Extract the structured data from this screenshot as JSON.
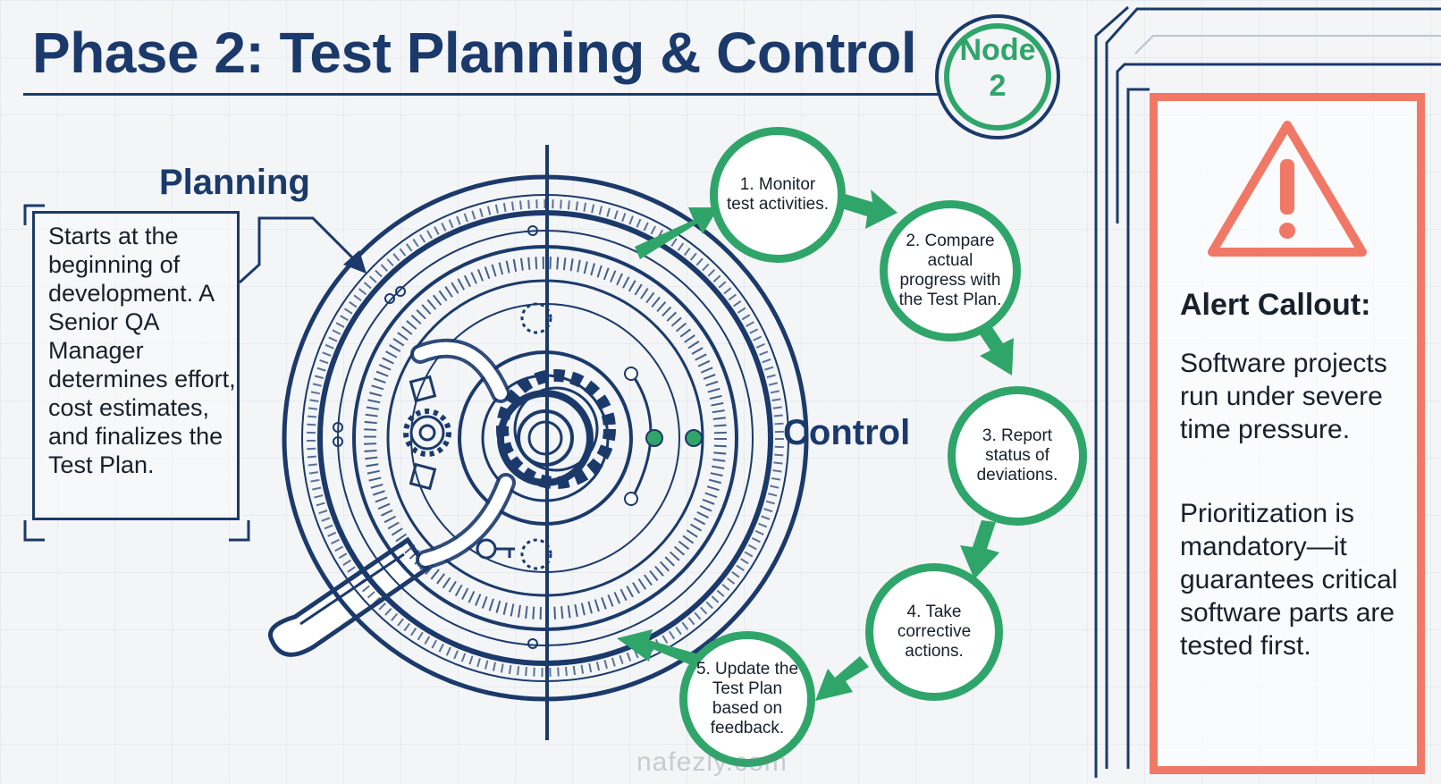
{
  "header": {
    "title": "Phase 2: Test Planning & Control",
    "node_badge": {
      "line1": "Node",
      "line2": "2"
    }
  },
  "planning": {
    "heading": "Planning",
    "description": "Starts at the beginning of development. A Senior QA Manager determines effort, cost estimates, and finalizes the Test Plan."
  },
  "control": {
    "heading": "Control",
    "steps": [
      {
        "label": "1. Monitor test activities."
      },
      {
        "label": "2. Compare actual progress with the Test Plan."
      },
      {
        "label": "3. Report status of deviations."
      },
      {
        "label": "4. Take corrective actions."
      },
      {
        "label": "5. Update the Test Plan based on feedback."
      }
    ]
  },
  "alert": {
    "title": "Alert Callout:",
    "paragraph1": "Software projects run under severe time pressure.",
    "paragraph2": "Prioritization is mandatory—it guarantees critical software parts are tested first."
  },
  "watermark": {
    "text": "nafezly.com"
  },
  "colors": {
    "navy": "#1b3a6b",
    "green": "#2fa56a",
    "alert_red": "#f17866"
  },
  "icons": [
    "magnifier-gear-icon",
    "warning-triangle-icon",
    "gear-icon"
  ]
}
